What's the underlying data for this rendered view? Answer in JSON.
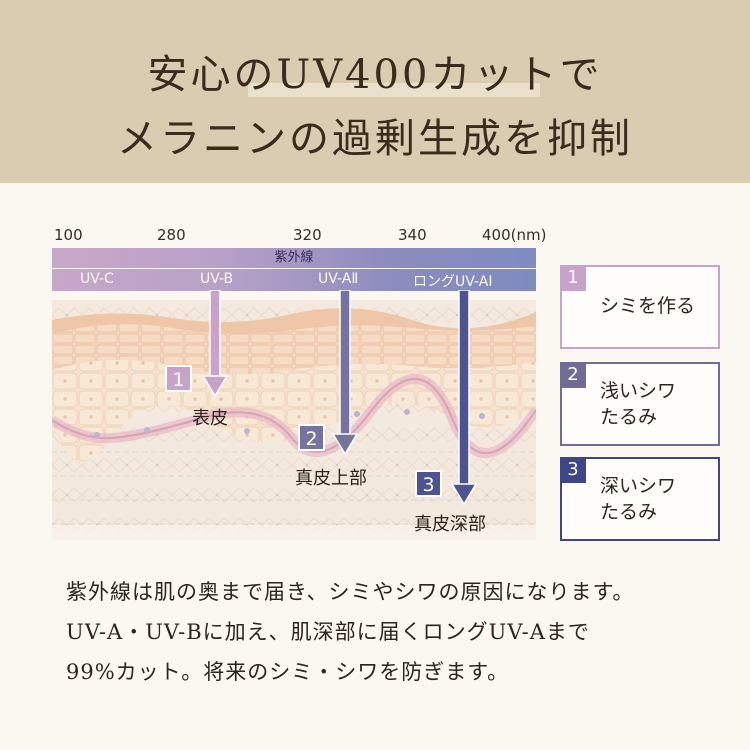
{
  "header": {
    "title_line1": "安心のUV400カットで",
    "title_line2": "メラニンの過剰生成を抑制"
  },
  "diagram": {
    "scale": [
      "100",
      "280",
      "320",
      "340",
      "400(nm)"
    ],
    "band_title": "紫外線",
    "bands": [
      "UV-C",
      "UV-B",
      "UV-AⅡ",
      "ロングUV-AⅠ"
    ],
    "markers": [
      "1",
      "2",
      "3"
    ],
    "layers": [
      "表皮",
      "真皮上部",
      "真皮深部"
    ],
    "colors": {
      "uvb": "#c8a3c9",
      "uva2": "#75739f",
      "uva1": "#4c5491",
      "skin_top": "#f0cdb4",
      "dermis": "#f3e8dc"
    }
  },
  "cards": [
    {
      "num": "1",
      "lines": [
        "シミを作る"
      ],
      "color": "#c8a3c9"
    },
    {
      "num": "2",
      "lines": [
        "浅いシワ",
        "たるみ"
      ],
      "color": "#6f6c98"
    },
    {
      "num": "3",
      "lines": [
        "深いシワ",
        "たるみ"
      ],
      "color": "#3d4787"
    }
  ],
  "description": [
    "紫外線は肌の奥まで届き、シミやシワの原因になります。",
    "UV-A・UV-Bに加え、肌深部に届くロングUV-Aまで",
    "99%カット。将来のシミ・シワを防ぎます。"
  ]
}
